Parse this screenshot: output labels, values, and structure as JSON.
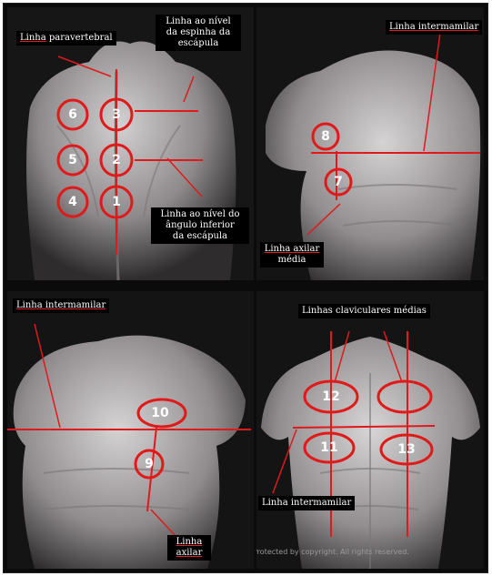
{
  "colors": {
    "marker": "#e01919",
    "skin": "#b9b5b7",
    "background": "#0b0b0b"
  },
  "panels": {
    "back": {
      "label_paravertebral": {
        "underlined": "Linha",
        "rest": " paravertebral"
      },
      "label_espinha": [
        "Linha ao nível",
        "da espinha da",
        "escápula"
      ],
      "label_angulo": [
        "Linha ao nível do",
        "ângulo inferior",
        "da escápula"
      ],
      "points": [
        "6",
        "3",
        "5",
        "2",
        "4",
        "1"
      ]
    },
    "side_right": {
      "label_intermamilar": "Linha intermamilar",
      "label_axilar_media": [
        "Linha axilar",
        "média"
      ],
      "points": [
        "8",
        "7"
      ]
    },
    "side_left": {
      "label_intermamilar": "Linha intermamilar",
      "label_axilar": [
        "Linha",
        "axilar"
      ],
      "points": [
        "10",
        "9"
      ]
    },
    "front": {
      "label_claviculares": "Linhas claviculares médias",
      "label_intermamilar": "Linha intermamilar",
      "points": [
        "12",
        "11",
        "13"
      ],
      "watermark": "Protected by copyright. All rights reserved."
    }
  }
}
